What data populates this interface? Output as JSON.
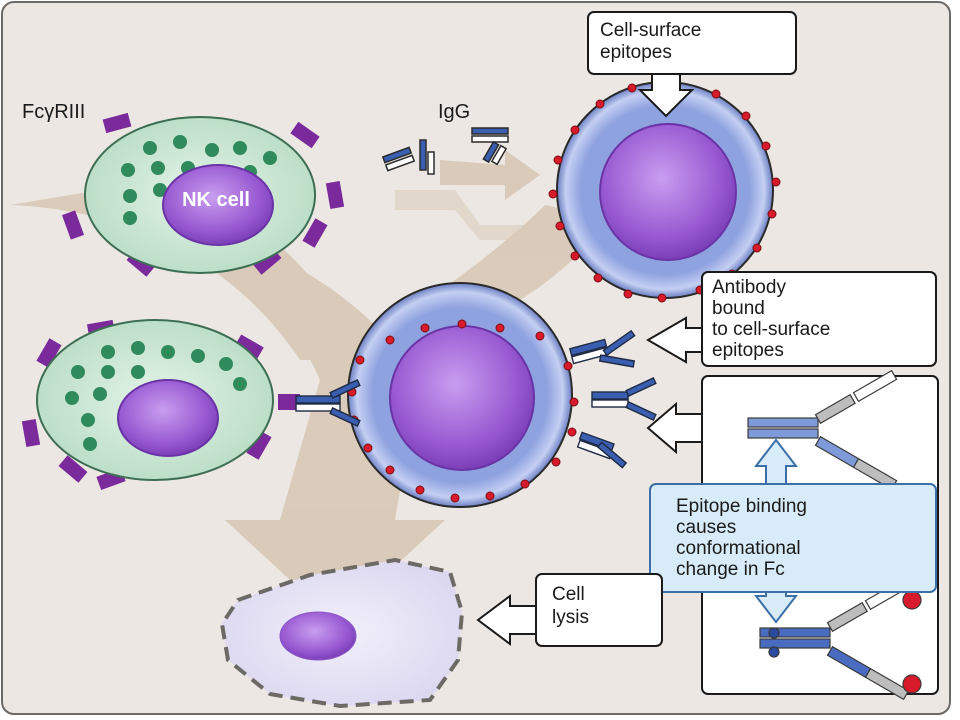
{
  "labels": {
    "receptor": "FcγRIII",
    "antibody": "IgG",
    "nk_cell": "NK cell"
  },
  "callouts": {
    "epitopes": [
      "Cell-surface",
      "epitopes"
    ],
    "bound": [
      "Antibody",
      "bound",
      "to cell-surface",
      "epitopes"
    ],
    "conformational": [
      "Epitope binding",
      "causes",
      "conformational",
      "change in Fc"
    ],
    "lysis": [
      "Cell",
      "lysis"
    ]
  },
  "colors": {
    "panel": "#ece7e2",
    "flow_arrow": "#d9c9b7",
    "nk_cytoplasm": "#cfe8d6",
    "granule": "#2f8a5c",
    "nucleus": "#a36ad6",
    "target_membrane": "#b9c6ee",
    "epitope": "#d81b2a",
    "receptor": "#7b2a9c",
    "antibody": "#3b5fb0",
    "callout_fill": "#d8ebf8"
  },
  "icons": [
    "flow-arrow",
    "callout-arrow",
    "double-headed-arrow"
  ]
}
